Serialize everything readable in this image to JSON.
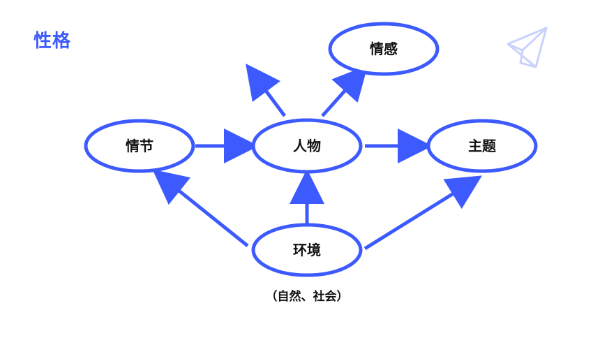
{
  "title": "性格",
  "accent_color": "#3d5afe",
  "nodes": {
    "emotion": "情感",
    "plot": "情节",
    "character": "人物",
    "theme": "主题",
    "environment": "环境"
  },
  "environment_note": "（自然、社会）",
  "decoration_icon": "paper-plane-icon"
}
